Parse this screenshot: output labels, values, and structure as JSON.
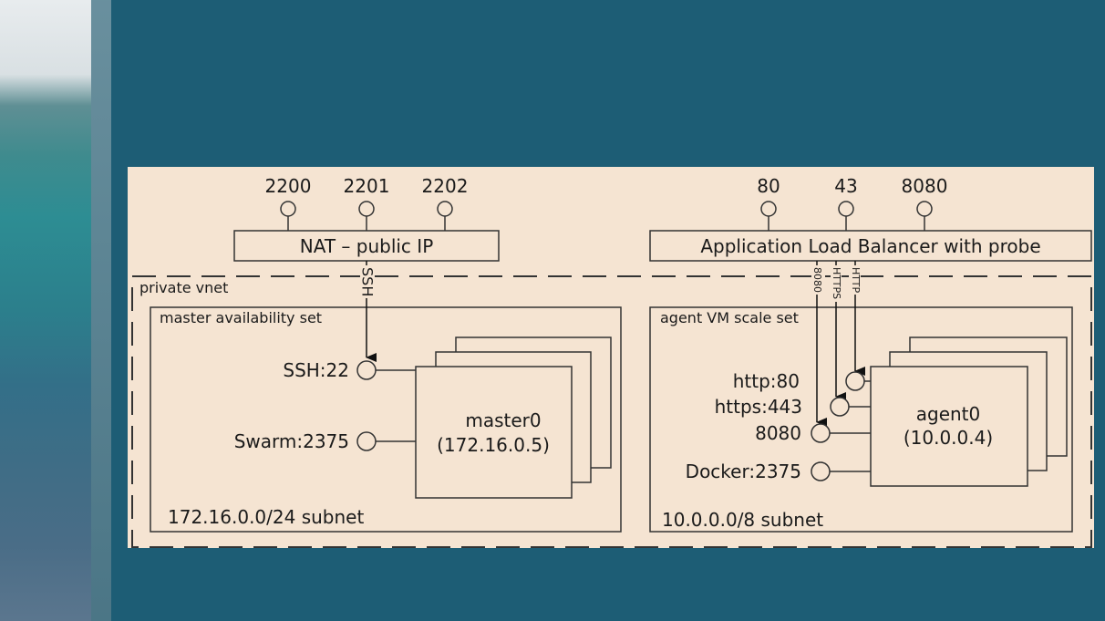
{
  "diagram": {
    "nat": {
      "ports": [
        "2200",
        "2201",
        "2202"
      ],
      "label": "NAT – public IP",
      "link_label": "SSH"
    },
    "alb": {
      "ports": [
        "80",
        "43",
        "8080"
      ],
      "label": "Application Load Balancer with probe",
      "link_labels": [
        "8080",
        "HTTPS",
        "HTTP"
      ]
    },
    "vnet": {
      "label": "private vnet"
    },
    "master_set": {
      "label": "master availability set",
      "endpoints": [
        "SSH:22",
        "Swarm:2375"
      ],
      "vm_name": "master0",
      "vm_ip": "(172.16.0.5)",
      "subnet": "172.16.0.0/24 subnet"
    },
    "agent_set": {
      "label": "agent VM scale set",
      "endpoints": [
        "http:80",
        "https:443",
        "8080",
        "Docker:2375"
      ],
      "vm_name": "agent0",
      "vm_ip": "(10.0.0.4)",
      "subnet": "10.0.0.0/8 subnet"
    },
    "colors": {
      "slide_bg": "#1d5d75",
      "panel_bg": "#f5e4d2",
      "stroke": "#333333"
    }
  }
}
